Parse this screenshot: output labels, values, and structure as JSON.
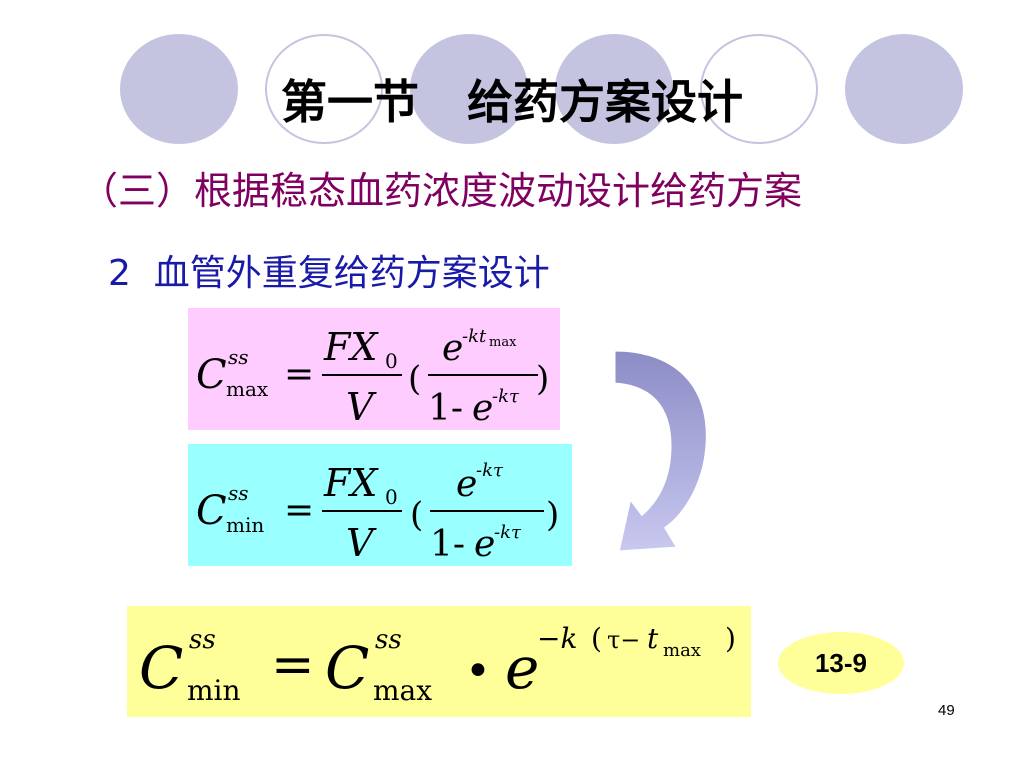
{
  "slide": {
    "title": "第一节   给药方案设计",
    "subtitle": "（三）根据稳态血药浓度波动设计给药方案",
    "section": "2  血管外重复给药方案设计",
    "equation_number": "13-9",
    "page_number": "49"
  },
  "formula_max": {
    "lhs_symbol": "C",
    "lhs_superscript": "ss",
    "lhs_subscript": "max",
    "equals": "=",
    "fraction1_numerator": "FX",
    "fraction1_numerator_subscript": "0",
    "fraction1_denominator": "V",
    "open_paren": "(",
    "close_paren": ")",
    "fraction2_numerator_base": "e",
    "fraction2_numerator_exponent": "-kt",
    "fraction2_numerator_exponent_subscript": "max",
    "fraction2_denominator_prefix": "1-",
    "fraction2_denominator_base": "e",
    "fraction2_denominator_exponent": "-kτ"
  },
  "formula_min": {
    "lhs_symbol": "C",
    "lhs_superscript": "ss",
    "lhs_subscript": "min",
    "equals": "=",
    "fraction1_numerator": "FX",
    "fraction1_numerator_subscript": "0",
    "fraction1_denominator": "V",
    "open_paren": "(",
    "close_paren": ")",
    "fraction2_numerator_base": "e",
    "fraction2_numerator_exponent": "-kτ",
    "fraction2_denominator_prefix": "1-",
    "fraction2_denominator_base": "e",
    "fraction2_denominator_exponent": "-kτ"
  },
  "formula_relation": {
    "lhs_symbol": "C",
    "lhs_superscript": "ss",
    "lhs_subscript": "min",
    "equals": "=",
    "rhs_symbol": "C",
    "rhs_superscript": "ss",
    "rhs_subscript": "max",
    "dot": "•",
    "base": "e",
    "exponent_prefix": "−k",
    "exponent_open": "(",
    "exponent_tau": "τ−",
    "exponent_t": "t",
    "exponent_t_subscript": "max",
    "exponent_close": ")"
  },
  "colors": {
    "circle": "#c4c4e0",
    "subtitle": "#800060",
    "section": "#1a1aa8",
    "box_max": "#ffccff",
    "box_min": "#99ffff",
    "box_main": "#ffff99",
    "arrow_dark": "#8c8cc6",
    "arrow_light": "#c8c8f0"
  },
  "icons": {
    "curved_arrow": "curved-down-left-arrow-icon"
  }
}
